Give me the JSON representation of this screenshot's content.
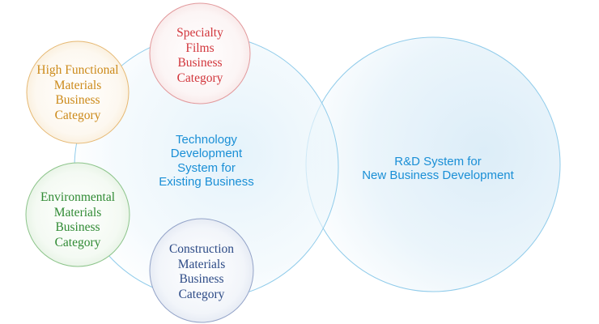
{
  "colors": {
    "blue_text": "#1a8fd6",
    "blue_stroke": "#8fcbea",
    "specialty": "#d2363c",
    "functional": "#cc8a1a",
    "environmental": "#2f8a33",
    "construction": "#2c4a86"
  },
  "existing_system": {
    "label": "Technology\nDevelopment\nSystem for\nExisting Business"
  },
  "new_system": {
    "label": "R&D System for\nNew Business Development"
  },
  "categories": {
    "specialty_films": "Specialty\nFilms\nBusiness\nCategory",
    "high_functional": "High Functional\nMaterials\nBusiness\nCategory",
    "environmental": "Environmental\nMaterials\nBusiness\nCategory",
    "construction": "Construction\nMaterials\nBusiness\nCategory"
  }
}
